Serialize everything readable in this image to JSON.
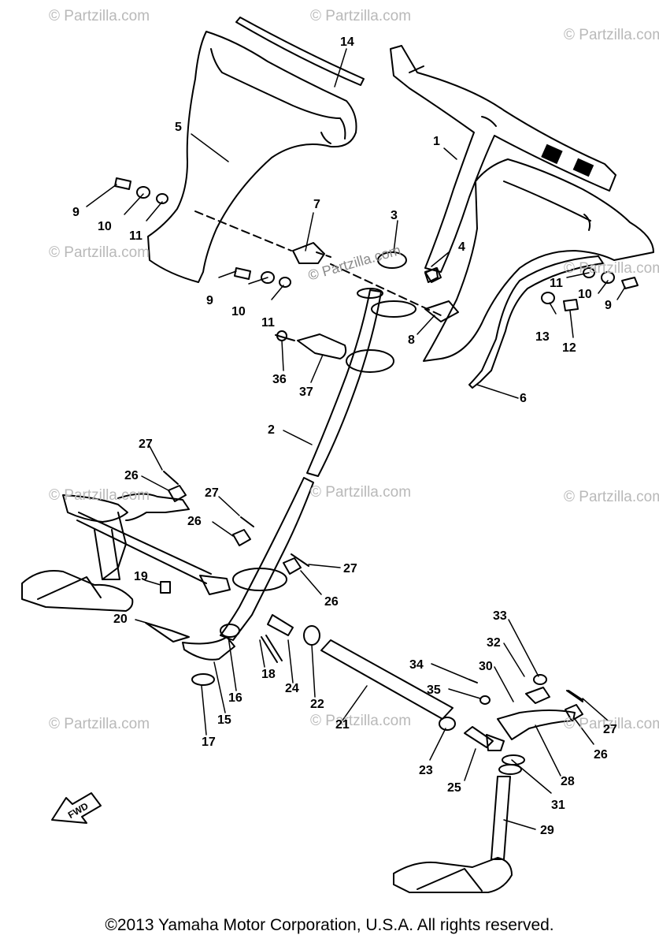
{
  "watermark": {
    "text": "© Partzilla.com",
    "tilted_text": "© Partzilla.com"
  },
  "callouts": [
    "14",
    "5",
    "1",
    "9",
    "10",
    "11",
    "7",
    "3",
    "4",
    "9",
    "10",
    "11",
    "11",
    "10",
    "9",
    "13",
    "12",
    "8",
    "36",
    "37",
    "6",
    "2",
    "27",
    "26",
    "27",
    "26",
    "27",
    "26",
    "19",
    "20",
    "18",
    "24",
    "22",
    "16",
    "15",
    "17",
    "21",
    "33",
    "32",
    "34",
    "30",
    "35",
    "27",
    "26",
    "28",
    "23",
    "25",
    "31",
    "29"
  ],
  "fwd_label": "FWD",
  "copyright": "©2013 Yamaha Motor Corporation, U.S.A. All rights reserved."
}
